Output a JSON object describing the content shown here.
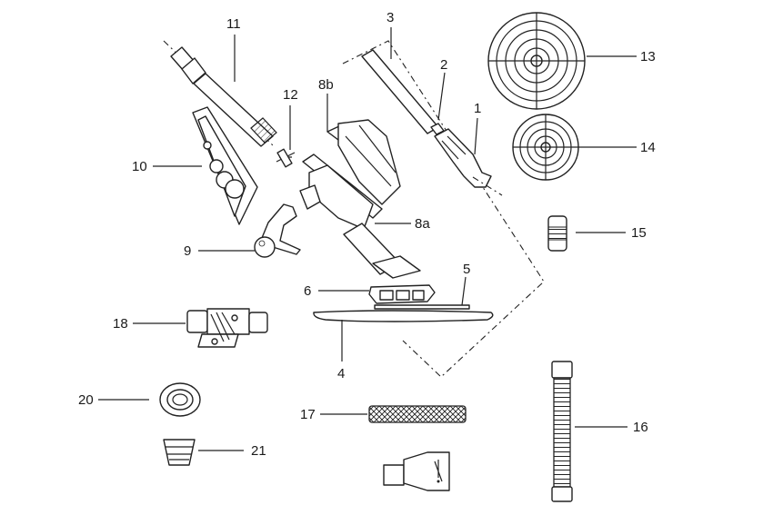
{
  "callouts": [
    {
      "id": "1",
      "text": "1"
    },
    {
      "id": "2",
      "text": "2"
    },
    {
      "id": "3",
      "text": "3"
    },
    {
      "id": "4",
      "text": "4"
    },
    {
      "id": "5",
      "text": "5"
    },
    {
      "id": "6",
      "text": "6"
    },
    {
      "id": "8a",
      "text": "8a"
    },
    {
      "id": "8b",
      "text": "8b"
    },
    {
      "id": "9",
      "text": "9"
    },
    {
      "id": "10",
      "text": "10"
    },
    {
      "id": "11",
      "text": "11"
    },
    {
      "id": "12",
      "text": "12"
    },
    {
      "id": "13",
      "text": "13"
    },
    {
      "id": "14",
      "text": "14"
    },
    {
      "id": "15",
      "text": "15"
    },
    {
      "id": "16",
      "text": "16"
    },
    {
      "id": "17",
      "text": "17"
    },
    {
      "id": "18",
      "text": "18"
    },
    {
      "id": "20",
      "text": "20"
    },
    {
      "id": "21",
      "text": "21"
    }
  ]
}
